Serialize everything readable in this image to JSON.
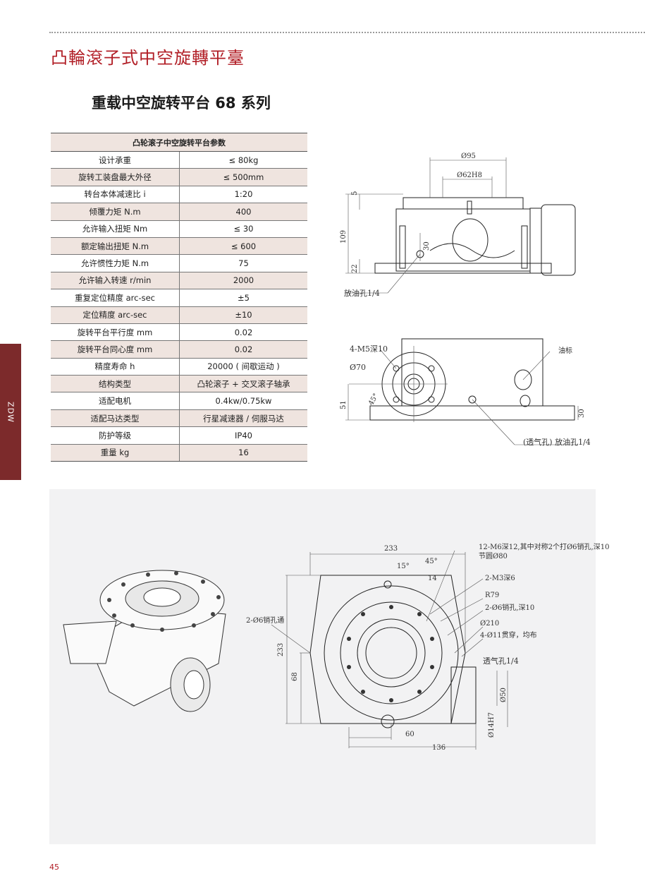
{
  "header": {
    "category_title": "凸輪滾子式中空旋轉平臺",
    "product_title": "重载中空旋转平台 68 系列",
    "side_tab": "ZDW",
    "page_number": "45"
  },
  "table": {
    "heading": "凸轮滚子中空旋转平台参数",
    "rows": [
      {
        "label": "设计承重",
        "value": "≤ 80kg"
      },
      {
        "label": "旋转工装盘最大外径",
        "value": "≤ 500mm"
      },
      {
        "label": "转台本体减速比 i",
        "value": "1:20"
      },
      {
        "label": "倾覆力矩 N.m",
        "value": "400"
      },
      {
        "label": "允许输入扭矩 Nm",
        "value": "≤ 30"
      },
      {
        "label": "额定输出扭矩 N.m",
        "value": "≤ 600"
      },
      {
        "label": "允许惯性力矩 N.m",
        "value": "75"
      },
      {
        "label": "允许输入转速 r/min",
        "value": "2000"
      },
      {
        "label": "重复定位精度 arc-sec",
        "value": "±5"
      },
      {
        "label": "定位精度 arc-sec",
        "value": "±10"
      },
      {
        "label": "旋转平台平行度 mm",
        "value": "0.02"
      },
      {
        "label": "旋转平台同心度 mm",
        "value": "0.02"
      },
      {
        "label": "精度寿命 h",
        "value": "20000 ( 间歇运动 )"
      },
      {
        "label": "结构类型",
        "value": "凸轮滚子 + 交叉滚子轴承"
      },
      {
        "label": "适配电机",
        "value": "0.4kw/0.75kw"
      },
      {
        "label": "适配马达类型",
        "value": "行星减速器 / 伺服马达"
      },
      {
        "label": "防护等级",
        "value": "IP40"
      },
      {
        "label": "重量 kg",
        "value": "16"
      }
    ]
  },
  "drawing_front": {
    "d95": "Ø95",
    "d62": "Ø62H8",
    "h5": "5",
    "h109": "109",
    "h22": "22",
    "h30": "30",
    "drain": "放油孔1/4"
  },
  "drawing_side": {
    "m5": "4-M5深10",
    "d70": "Ø70",
    "h51": "51",
    "a45": "45°",
    "h30": "30",
    "oil_mark": "油标",
    "vent": "(透气孔) 放油孔1/4"
  },
  "drawing_top": {
    "w233": "233",
    "h233": "233",
    "h68": "68",
    "w60": "60",
    "w136": "136",
    "a15": "15°",
    "a45": "45°",
    "d14": "14",
    "m6_line1": "12-M6深12,其中对称2个打Ø6销孔,深10",
    "m6_line2": "节圆Ø80",
    "m3": "2-M3深6",
    "r79": "R79",
    "pin6": "2-Ø6销孔,深10",
    "d210": "Ø210",
    "through": "4-Ø11贯穿，均布",
    "vent": "透气孔1/4",
    "pin_through": "2-Ø6销孔通",
    "d50": "Ø50",
    "d14h7": "Ø14H7"
  }
}
